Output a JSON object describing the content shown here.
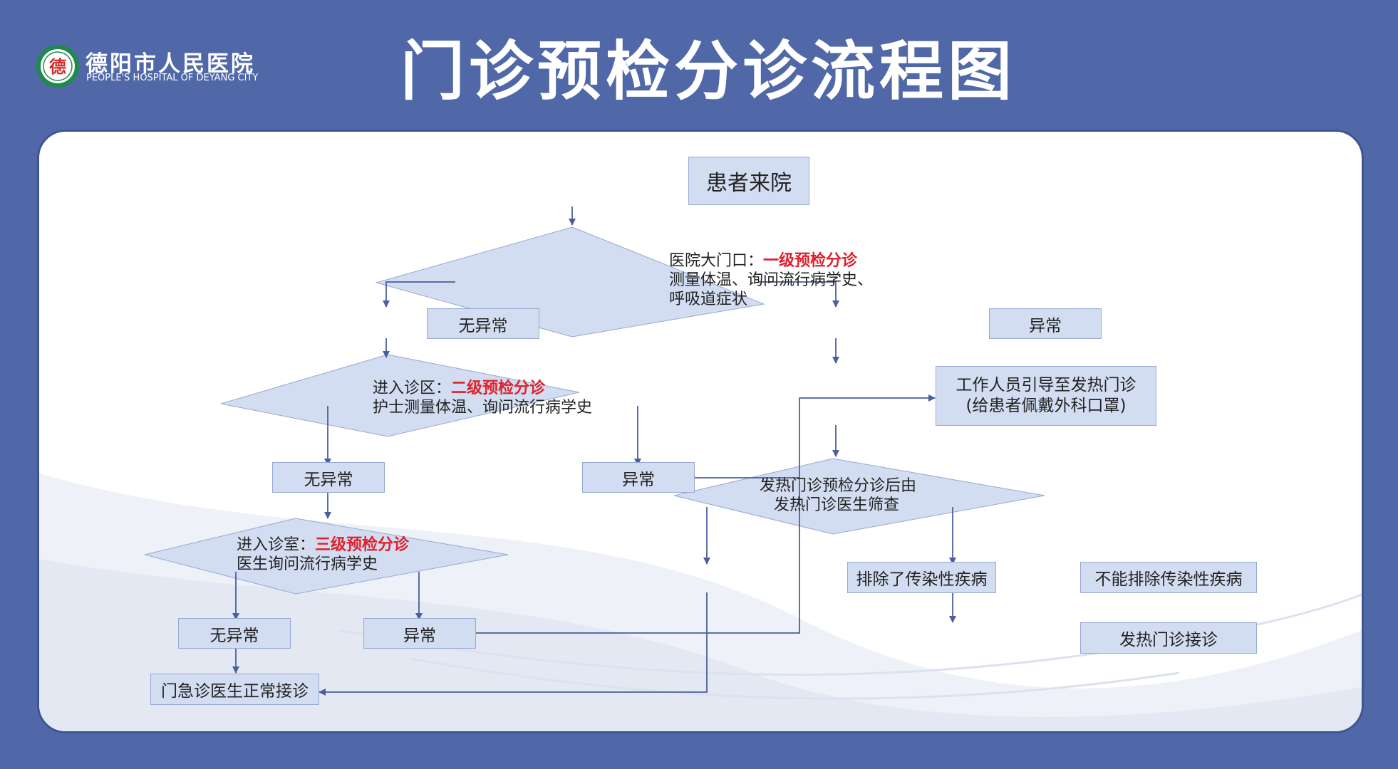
{
  "header": {
    "hospital_name_cn": "德阳市人民医院",
    "hospital_name_en": "PEOPLE'S HOSPITAL OF DEYANG CITY",
    "title": "门诊预检分诊流程图",
    "logo_glyph": "德"
  },
  "colors": {
    "background": "#5068a8",
    "box_fill": "#d3ddf2",
    "connector": "#4a5f9c",
    "highlight": "#e0202a",
    "logo_green": "#1e8a4c"
  },
  "flowchart": {
    "start": "患者来院",
    "level1": {
      "line1_prefix": "医院大门口：",
      "highlight": "一级预检分诊",
      "line2": "测量体温、询问流行病学史、",
      "line3": "呼吸道症状"
    },
    "level1_normal": "无异常",
    "level1_abnormal": "异常",
    "level2": {
      "line1_prefix": "进入诊区：",
      "highlight": "二级预检分诊",
      "line2": "护士测量体温、询问流行病学史"
    },
    "level2_normal": "无异常",
    "level2_abnormal": "异常",
    "level3": {
      "line1_prefix": "进入诊室：",
      "highlight": "三级预检分诊",
      "line2": "医生询问流行病学史"
    },
    "level3_normal": "无异常",
    "level3_abnormal": "异常",
    "outpatient": "门急诊医生正常接诊",
    "guide": {
      "line1": "工作人员引导至发热门诊",
      "line2": "(给患者佩戴外科口罩)"
    },
    "fever_screen": {
      "line1": "发热门诊预检分诊后由",
      "line2": "发热门诊医生筛查"
    },
    "excluded": "排除了传染性疾病",
    "not_excluded": "不能排除传染性疾病",
    "fever_clinic": "发热门诊接诊"
  }
}
